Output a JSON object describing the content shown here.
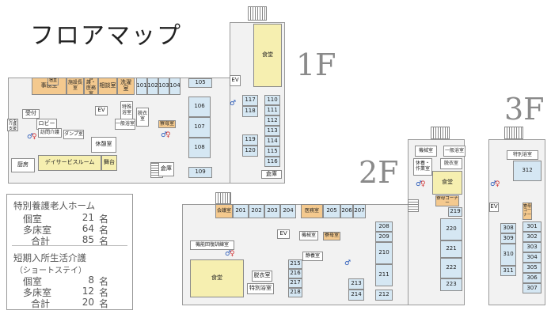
{
  "title": "フロアマップ",
  "floors": {
    "f1": "1F",
    "f2": "2F",
    "f3": "3F"
  },
  "colors": {
    "resident_room": "#d5e7f3",
    "staff_area": "#f4c98e",
    "common_area": "#f6efb0"
  },
  "legend": {
    "longterm_title": "特別養護老人ホーム",
    "longterm_rows": [
      {
        "type": "個室",
        "count": "21",
        "unit": "名"
      },
      {
        "type": "多床室",
        "count": "64",
        "unit": "名"
      },
      {
        "type": "合計",
        "count": "85",
        "unit": "名"
      }
    ],
    "shortterm_title": "短期入所生活介護",
    "shortterm_subtitle": "（ショートステイ）",
    "shortterm_rows": [
      {
        "type": "個室",
        "count": "8",
        "unit": "名"
      },
      {
        "type": "多床室",
        "count": "12",
        "unit": "名"
      },
      {
        "type": "合計",
        "count": "20",
        "unit": "名"
      }
    ]
  },
  "f1_rooms": {
    "office": "事務室",
    "night_desk": "宿直",
    "facility_chief": "施設長室",
    "meeting": "相談室",
    "nurse": "看護・医務室",
    "laundry": "洗濯室",
    "r101": "101",
    "r102": "102",
    "r103": "103",
    "r104": "104",
    "r105": "105",
    "r106": "106",
    "r107": "107",
    "r108": "108",
    "r109": "109",
    "r110": "110",
    "r111": "111",
    "r112": "112",
    "r113": "113",
    "r114": "114",
    "r115": "115",
    "r116": "116",
    "r117": "117",
    "r118": "118",
    "r119": "119",
    "r120": "120",
    "kitchen_dining": "食堂",
    "reception": "受付",
    "lobby": "ロビー",
    "home_care": "居宅介護支援",
    "day_care_office": "訪問介護",
    "ev": "EV",
    "dump": "ダンプ室",
    "general_bath": "一般浴室",
    "special_bath": "特殊浴室",
    "changing": "脱衣室",
    "rest": "休憩室",
    "day_service": "デイサービスルーム",
    "stage": "舞台",
    "kitchen": "厨房",
    "storage": "倉庫",
    "warehouse": "倉庫",
    "staff_room": "寮母室"
  },
  "f2_rooms": {
    "meeting": "会議室",
    "r201": "201",
    "r202": "202",
    "r203": "203",
    "r204": "204",
    "medical": "医務室",
    "r205": "205",
    "r206": "206",
    "r207": "207",
    "r208": "208",
    "r209": "209",
    "r210": "210",
    "r211": "211",
    "r212": "212",
    "r213": "213",
    "r214": "214",
    "r215": "215",
    "r216": "216",
    "r217": "217",
    "r218": "218",
    "r219": "219",
    "r220": "220",
    "r221": "221",
    "r222": "222",
    "r223": "223",
    "rehab": "機能回復訓練室",
    "dining": "食堂",
    "changing": "脱衣室",
    "special_bath": "特別浴室",
    "machine": "機械室",
    "quiet": "静養室",
    "staff": "寮母室",
    "ev": "EV",
    "machine2": "機械室",
    "general_bath": "一般浴室",
    "rest_work": "休養・作業室",
    "changing2": "脱衣室",
    "dining2": "食堂",
    "corner": "寮母コーナー"
  },
  "f3_rooms": {
    "special_bath": "特別浴室",
    "r312": "312",
    "ev": "EV",
    "corner": "寮母コーナー",
    "r301": "301",
    "r302": "302",
    "r303": "303",
    "r304": "304",
    "r305": "305",
    "r306": "306",
    "r307": "307",
    "r308": "308",
    "r309": "309",
    "r310": "310",
    "r311": "311"
  }
}
